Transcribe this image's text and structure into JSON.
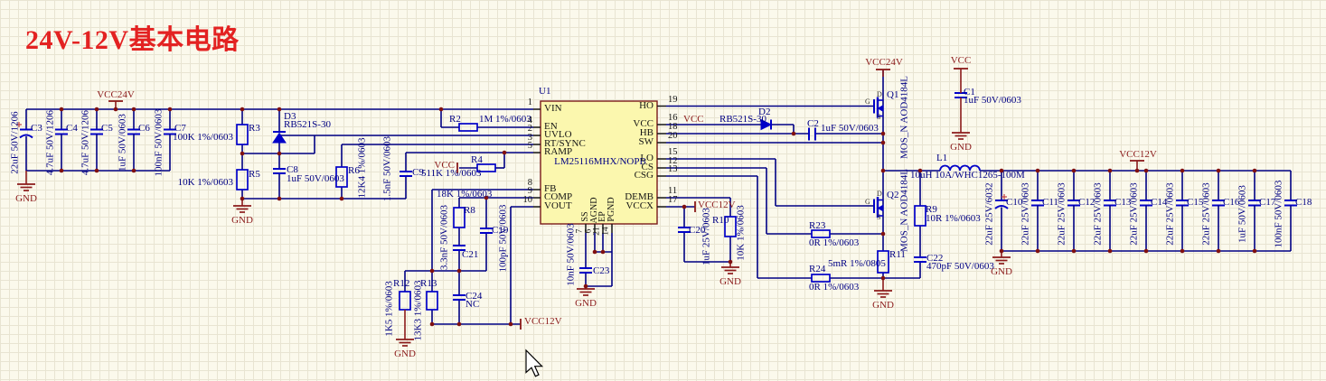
{
  "title": "24V-12V基本电路",
  "power_labels": {
    "vcc24v": "VCC24V",
    "vcc12v": "VCC12V",
    "vcc": "VCC",
    "gnd": "GND"
  },
  "ic": {
    "designator": "U1",
    "part": "LM25116MHX/NOPB",
    "left_pins": [
      {
        "num": "1",
        "name": "VIN"
      },
      {
        "num": "4",
        "name": "EN"
      },
      {
        "num": "2",
        "name": "UVLO"
      },
      {
        "num": "3",
        "name": "RT/SYNC"
      },
      {
        "num": "5",
        "name": "RAMP"
      },
      {
        "num": "8",
        "name": "FB"
      },
      {
        "num": "9",
        "name": "COMP"
      },
      {
        "num": "10",
        "name": "VOUT"
      }
    ],
    "right_pins": [
      {
        "num": "19",
        "name": "HO"
      },
      {
        "num": "16",
        "name": "VCC"
      },
      {
        "num": "18",
        "name": "HB"
      },
      {
        "num": "20",
        "name": "SW"
      },
      {
        "num": "15",
        "name": "LO"
      },
      {
        "num": "12",
        "name": "CS"
      },
      {
        "num": "13",
        "name": "CSG"
      },
      {
        "num": "11",
        "name": "DEMB"
      },
      {
        "num": "17",
        "name": "VCCX"
      }
    ],
    "bottom_pins": [
      {
        "num": "7",
        "name": "SS"
      },
      {
        "num": "6",
        "name": "AGND"
      },
      {
        "num": "21",
        "name": "EP"
      },
      {
        "num": "14",
        "name": "PGND"
      }
    ]
  },
  "input_caps": [
    {
      "ref": "C3",
      "value": "22uF 50V/1206"
    },
    {
      "ref": "C4",
      "value": "4.7uF 50V/1206"
    },
    {
      "ref": "C5",
      "value": "4.7uF 50V/1206"
    },
    {
      "ref": "C6",
      "value": "1uF 50V/0603"
    },
    {
      "ref": "C7",
      "value": "100nF 50V/0603"
    }
  ],
  "output_caps": [
    {
      "ref": "C10",
      "value": "22uF 25V/6032"
    },
    {
      "ref": "C11",
      "value": "22uF 25V/0603"
    },
    {
      "ref": "C12",
      "value": "22uF 25V/0603"
    },
    {
      "ref": "C13",
      "value": "22uF 25V/0603"
    },
    {
      "ref": "C14",
      "value": "22uF 25V/0603"
    },
    {
      "ref": "C15",
      "value": "22uF 25V/0603"
    },
    {
      "ref": "C16",
      "value": "22uF 25V/0603"
    },
    {
      "ref": "C17",
      "value": "1uF 50V/0603"
    },
    {
      "ref": "C18",
      "value": "100nF 50V/0603"
    }
  ],
  "components": {
    "r2": {
      "ref": "R2",
      "value": "1M 1%/0603"
    },
    "r3": {
      "ref": "R3",
      "value": "100K 1%/0603"
    },
    "r4": {
      "ref": "R4",
      "value": "511K 1%/0603"
    },
    "r5": {
      "ref": "R5",
      "value": "10K 1%/0603"
    },
    "r6": {
      "ref": "R6",
      "value": "12K4 1%/0603"
    },
    "r8": {
      "ref": "R8",
      "value": "18K 1%/0603"
    },
    "r9": {
      "ref": "R9",
      "value": "10R 1%/0603"
    },
    "r10": {
      "ref": "R10",
      "value": "10K 1%/0603"
    },
    "r11": {
      "ref": "R11",
      "value": "5mR 1%/0805"
    },
    "r12": {
      "ref": "R12",
      "value": "1K5 1%/0603"
    },
    "r13": {
      "ref": "R13",
      "value": "13K3 1%/0603"
    },
    "r23": {
      "ref": "R23",
      "value": "0R 1%/0603"
    },
    "r24": {
      "ref": "R24",
      "value": "0R 1%/0603"
    },
    "d2": {
      "ref": "D2",
      "value": "RB521S-30"
    },
    "d3": {
      "ref": "D3",
      "value": "RB521S-30"
    },
    "c1": {
      "ref": "C1",
      "value": "1uF 50V/0603"
    },
    "c2": {
      "ref": "C2",
      "value": "1uF 50V/0603"
    },
    "c8": {
      "ref": "C8",
      "value": "1uF 50V/0603"
    },
    "c9": {
      "ref": "C9",
      "value": "1.5nF 50V/0603"
    },
    "c19": {
      "ref": "C19",
      "value": "100pF 50V/0603"
    },
    "c20": {
      "ref": "C20",
      "value": "1uF 25V/0603"
    },
    "c21": {
      "ref": "C21",
      "value": "3.3nF 50V/0603"
    },
    "c22": {
      "ref": "C22",
      "value": "470pF 50V/0603"
    },
    "c23": {
      "ref": "C23",
      "value": "10nF 50V/0603"
    },
    "c24": {
      "ref": "C24",
      "value": "NC"
    },
    "q1": {
      "ref": "Q1",
      "value": "MOS_N AOD4184L"
    },
    "q2": {
      "ref": "Q2",
      "value": "MOS_N AOD4184L"
    },
    "l1": {
      "ref": "L1",
      "value": "10uH 10A/WHC1265-100M"
    }
  },
  "mosfet_pin_labels": {
    "d": "D",
    "g": "G",
    "s": "S"
  }
}
